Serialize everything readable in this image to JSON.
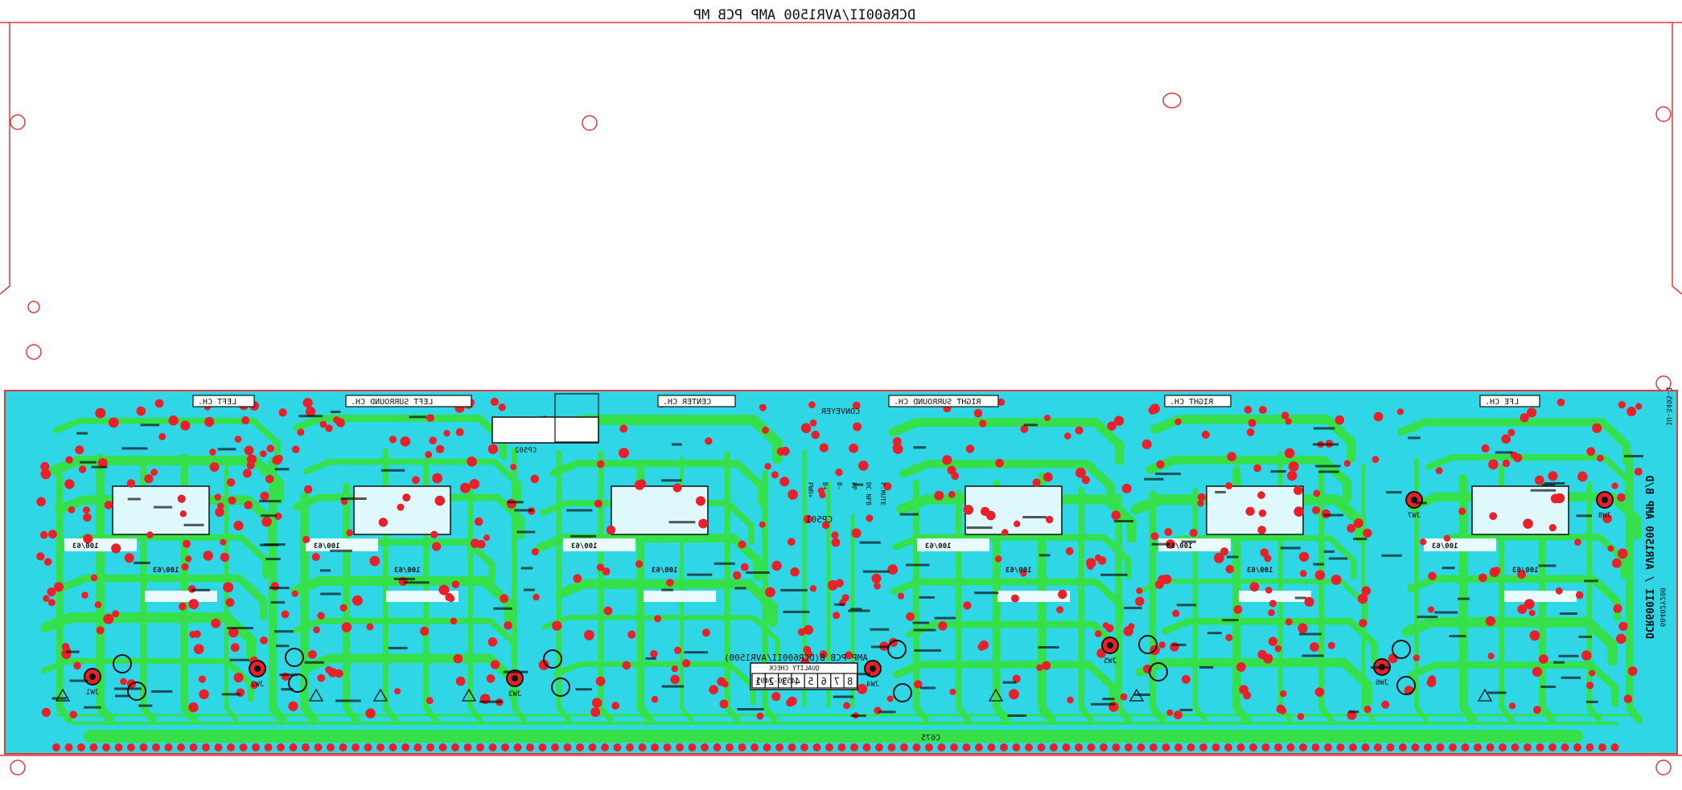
{
  "sheet": {
    "title": "DCR600II/AVR1500 AMP PCB MP"
  },
  "board": {
    "name": "AMP PCB B(DCR600II/AVR1500)",
    "part_number": "1U-3495-1",
    "part_number_2": "4590-3495",
    "edge_text": "DCR600II / AVR1500 AMP B/D",
    "date_code": "60402Y200",
    "quality_check_label": "QUALITY CHECK",
    "quality_check_cells": [
      "1",
      "2",
      "3",
      "4",
      "5",
      "6",
      "7",
      "8"
    ],
    "connector_label": "CP502",
    "connector_label_2": "CP501",
    "conveyer_label": "CONVEYER",
    "channel_labels": [
      "LEFT CH.",
      "LEFT SURROUND CH.",
      "CENTER CH.",
      "RIGHT SURROUND CH.",
      "RIGHT CH.",
      "LFE CH."
    ],
    "jumper_labels": [
      "JW1",
      "JW2",
      "JW3",
      "JW4",
      "JW5",
      "JW6",
      "JW7",
      "JW8"
    ],
    "cap_label": "100/63",
    "bottom_label": "C675",
    "misc_labels": [
      "PWR+",
      "B+",
      "B-",
      "PP",
      "DC NFB",
      "P.MUTE"
    ]
  },
  "colors": {
    "outline": "#e03a3a",
    "board_fill": "#2fd6e6",
    "trace": "#35e04a",
    "pad": "#e8202a",
    "ink": "#111111"
  }
}
